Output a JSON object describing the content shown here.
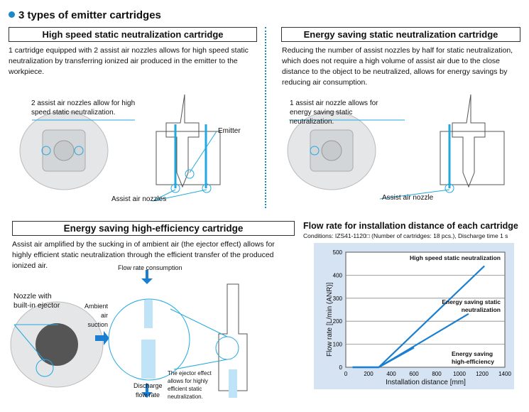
{
  "title": "3 types of emitter cartridges",
  "high_speed": {
    "header": "High speed static neutralization cartridge",
    "text": "1 cartridge equipped with 2 assist air nozzles allows for high speed static neutralization by transferring ionized air produced in the emitter to the workpiece.",
    "callout": "2 assist air nozzles allow for high speed static neutralization.",
    "emitter_label": "Emitter",
    "nozzles_label": "Assist air nozzles"
  },
  "energy_saving": {
    "header": "Energy saving static neutralization cartridge",
    "text": "Reducing the number of assist nozzles by half for static neutralization, which does not require a high volume of assist air due to the close distance to the object to be neutralized, allows for energy savings by reducing air consumption.",
    "callout": "1 assist air nozzle allows for energy saving static neutralization.",
    "nozzle_label": "Assist air nozzle"
  },
  "high_efficiency": {
    "header": "Energy saving high-efficiency cartridge",
    "text": "Assist air amplified by the sucking in of ambient air (the ejector effect) allows for highly efficient static neutralization through the efficient transfer of the produced ionized air.",
    "nozzle_label": "Nozzle with built-in ejector",
    "flow_consumption": "Flow rate consumption",
    "ambient": "Ambient air suction",
    "discharge": "Discharge flow rate",
    "ejector_note": "The ejector effect allows for highly efficient static neutralization."
  },
  "chart_data": {
    "type": "line",
    "title": "Flow rate for installation distance of each cartridge",
    "subtitle": "Conditions: IZS41-1120□ (Number of cartridges: 18 pcs.), Discharge time 1 s",
    "xlabel": "Installation distance [mm]",
    "ylabel": "Flow rate [L/min (ANR)]",
    "xlim": [
      0,
      1400
    ],
    "ylim": [
      0,
      500
    ],
    "xticks": [
      "0",
      "200",
      "400",
      "600",
      "800",
      "1000",
      "1200",
      "1400"
    ],
    "yticks": [
      "0",
      "100",
      "200",
      "300",
      "400",
      "500"
    ],
    "grid": true,
    "color": "#1a7fd0",
    "series": [
      {
        "name": "High speed static neutralization",
        "x": [
          60,
          290,
          1220
        ],
        "y": [
          0,
          0,
          440
        ]
      },
      {
        "name": "Energy saving static neutralization",
        "x": [
          60,
          290,
          1080
        ],
        "y": [
          0,
          0,
          232
        ]
      },
      {
        "name": "Energy saving high-efficiency",
        "x": [
          60,
          290,
          600
        ],
        "y": [
          0,
          0,
          85
        ]
      }
    ]
  }
}
